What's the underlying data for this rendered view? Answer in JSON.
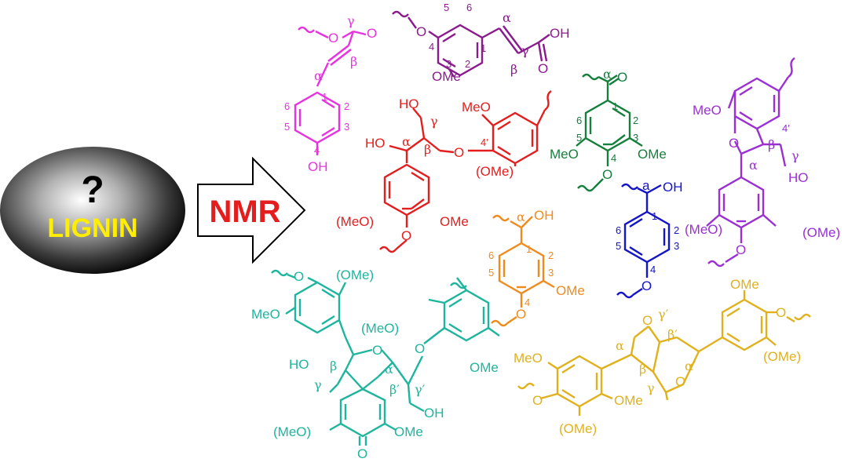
{
  "hero": {
    "question_mark": "?",
    "title": "LIGNIN",
    "arrow_label": "NMR"
  },
  "colors": {
    "magenta": "#e832e0",
    "purple": "#8b1a8e",
    "red": "#e41e1e",
    "green": "#14803c",
    "violet": "#9b2fd3",
    "orange": "#f08a1c",
    "blue": "#1414c8",
    "teal": "#1db59e",
    "gold": "#e0b11c",
    "title_yellow": "#ffee00"
  },
  "structures": {
    "pcoumarate": {
      "o": "O",
      "oh": "OH",
      "n1": "1",
      "n2": "2",
      "n3": "3",
      "n4": "4",
      "n5": "5",
      "n6": "6",
      "alpha": "α",
      "beta": "β",
      "gamma": "γ"
    },
    "ferulate": {
      "o": "O",
      "oh": "OH",
      "ome": "OMe",
      "n1": "1",
      "n2": "2",
      "n3": "3",
      "n4": "4",
      "n5": "5",
      "n6": "6",
      "alpha": "α",
      "beta": "β",
      "gamma": "γ"
    },
    "beta_o4": {
      "ho1": "HO",
      "ho2": "HO",
      "meo_top": "MeO",
      "ome_paren": "(OMe)",
      "meo_paren": "(MeO)",
      "ome": "OMe",
      "o_ether": "O",
      "o_bottom": "O",
      "n4p": "4′",
      "alpha": "α",
      "beta": "β",
      "gamma": "γ"
    },
    "syringaldehyde": {
      "o": "O",
      "meo": "MeO",
      "ome": "OMe",
      "o_bottom": "O",
      "n1": "1",
      "n2": "2",
      "n3": "3",
      "n4": "4",
      "n5": "5",
      "n6": "6",
      "alpha": "α"
    },
    "phenylcoumaran": {
      "meo": "MeO",
      "o_ring": "O",
      "ho": "HO",
      "meo_paren": "(MeO)",
      "ome_paren": "(OMe)",
      "o_bottom": "O",
      "n4p": "4′",
      "alpha": "α",
      "beta": "β",
      "gamma": "γ"
    },
    "guaiacyl_alcohol": {
      "oh": "OH",
      "ome": "OMe",
      "o": "O",
      "n1": "1",
      "n2": "2",
      "n3": "3",
      "n4": "4",
      "n5": "5",
      "n6": "6",
      "alpha": "α"
    },
    "hydroxyphenyl_alcohol": {
      "oh": "OH",
      "o": "O",
      "a": "a",
      "n1": "1",
      "n2": "2",
      "n3": "3",
      "n4": "4",
      "n5": "5",
      "n6": "6"
    },
    "spirodienone": {
      "o_top": "O",
      "ome_paren_top": "(OMe)",
      "meo": "MeO",
      "ho": "HO",
      "o_ring": "O",
      "meo_paren_mid": "(MeO)",
      "o_ether": "O",
      "ome_right": "OMe",
      "oh": "OH",
      "meo_paren_bottom": "(MeO)",
      "ome_bottom": "OMe",
      "o_keto": "O",
      "alpha_p": "α′",
      "beta_p": "β′",
      "gamma_p": "γ′",
      "beta": "β",
      "gamma": "γ"
    },
    "resinol": {
      "ome_top": "OMe",
      "o_right": "O",
      "ome_paren_right": "(OMe)",
      "meo": "MeO",
      "o_left": "O",
      "ome": "OMe",
      "ome_paren_bottom": "(OMe)",
      "o_ring_top": "O",
      "o_ring_bottom": "O",
      "alpha": "α",
      "beta": "β",
      "gamma": "γ",
      "alpha_p": "α′",
      "beta_p": "β′",
      "gamma_p": "γ′"
    }
  }
}
